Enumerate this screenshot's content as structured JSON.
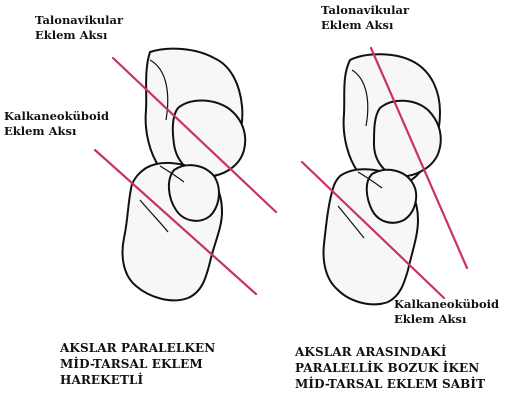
{
  "left": {
    "talonavicular_label": [
      "Talonavikular",
      "Eklem Aksı"
    ],
    "calcaneocuboid_label": [
      "Kalkaneoküboid",
      "Eklem Aksı"
    ],
    "caption": [
      "AKSLAR PARALELKEN",
      "MİD-TARSAL EKLEM",
      "HAREKETLİ"
    ]
  },
  "right": {
    "talonavicular_label": [
      "Talonavikular",
      "Eklem Aksı"
    ],
    "calcaneocuboid_label": [
      "Kalkaneoküboid",
      "Eklem Aksı"
    ],
    "caption": [
      "AKSLAR ARASINDAKİ",
      "PARALELLİK BOZUK İKEN",
      "MİD-TARSAL EKLEM SABİT"
    ]
  },
  "colors": {
    "bone_fill": "#f7f7f7",
    "outline": "#111111",
    "axis": "#c8326a"
  }
}
